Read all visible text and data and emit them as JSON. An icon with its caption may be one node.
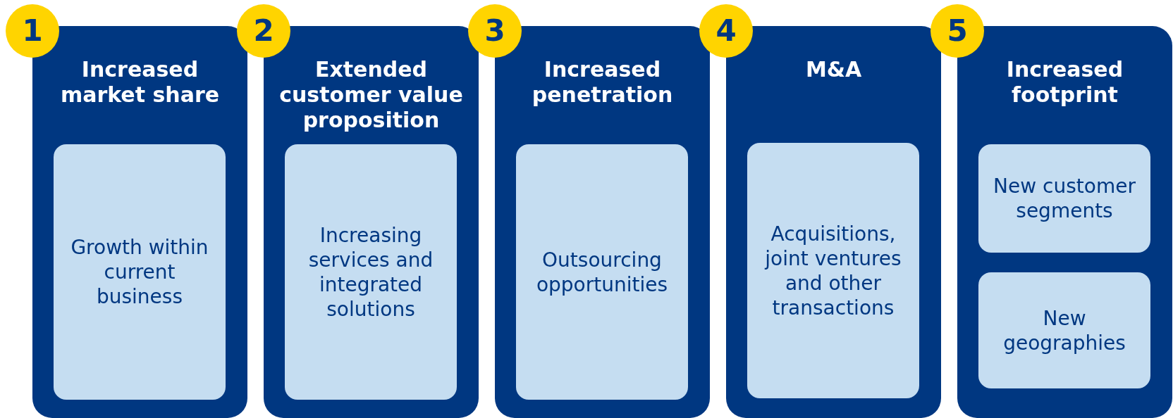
{
  "diagram": {
    "nodes": [
      {
        "text": [
          "1"
        ]
      },
      {
        "text": [
          "Increased market share"
        ]
      },
      {
        "text": [
          "Growth within current business"
        ],
        "in": 1
      },
      {
        "text": [
          "2"
        ]
      },
      {
        "text": [
          "Extended customer value proposition"
        ]
      },
      {
        "text": [
          "Increasing services and integrated solutions"
        ],
        "in": 4
      },
      {
        "text": [
          "3"
        ]
      },
      {
        "text": [
          "Increased penetration"
        ]
      },
      {
        "text": [
          "Outsourcing opportunities"
        ],
        "in": 7
      },
      {
        "text": [
          "4"
        ]
      },
      {
        "text": [
          "M&A"
        ]
      },
      {
        "text": [
          "Acquisitions, joint ventures and other transactions"
        ],
        "in": 10
      },
      {
        "text": [
          "5"
        ]
      },
      {
        "text": [
          "Increased footprint"
        ]
      },
      {
        "text": [
          "New customer segments"
        ],
        "in": 13
      },
      {
        "text": [
          "New geographies"
        ],
        "in": 13
      }
    ]
  }
}
